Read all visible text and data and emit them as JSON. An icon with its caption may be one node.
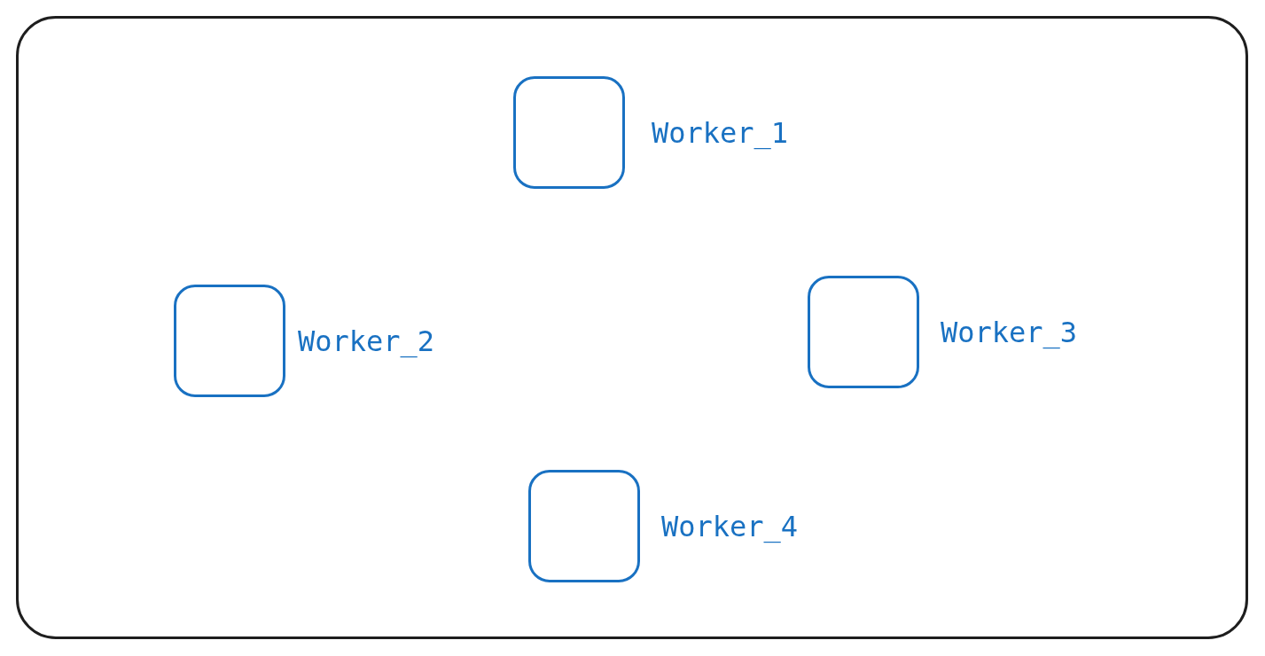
{
  "diagram": {
    "nodes": [
      {
        "text": [],
        "shape": "box"
      },
      {
        "text": [
          "Worker_1"
        ],
        "in": 0
      },
      {
        "text": [
          "Worker_2"
        ],
        "in": 0
      },
      {
        "text": [
          "Worker_3"
        ],
        "in": 0
      },
      {
        "text": [
          "Worker_4"
        ],
        "in": 0
      }
    ]
  }
}
